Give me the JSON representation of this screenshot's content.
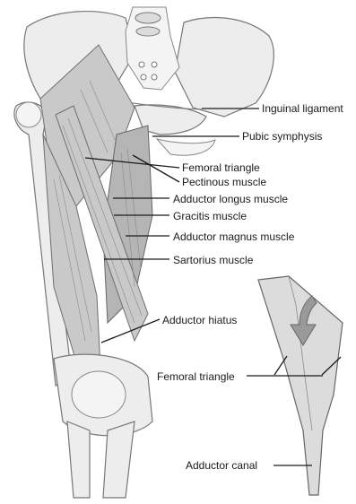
{
  "labels": {
    "inguinal_ligament": "Inguinal ligament",
    "pubic_symphysis": "Pubic symphysis",
    "femoral_triangle": "Femoral triangle",
    "pectinous_muscle": "Pectinous muscle",
    "adductor_longus": "Adductor longus muscle",
    "gracitis": "Gracitis muscle",
    "adductor_magnus": "Adductor magnus muscle",
    "sartorius": "Sartorius muscle",
    "adductor_hiatus": "Adductor hiatus",
    "femoral_triangle_inset": "Femoral triangle",
    "adductor_canal": "Adductor canal"
  },
  "colors": {
    "label_text": "#1a1a1a",
    "bone": "#ededed",
    "muscle": "#c9c9c9",
    "arrow": "#9a9a9a"
  }
}
